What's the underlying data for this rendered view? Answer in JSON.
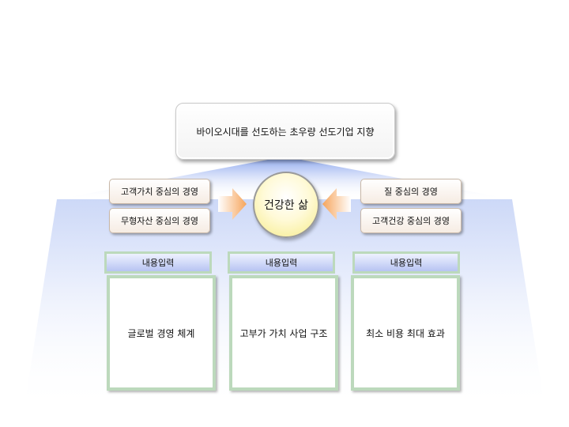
{
  "vision": "바이오시대를 선도하는 초우량 선도기업 지향",
  "center": "건강한 삶",
  "left_values": [
    "고객가치 중심의 경영",
    "무형자산 중심의 경영"
  ],
  "right_values": [
    "질 중심의 경영",
    "고객건강 중심의 경영"
  ],
  "pillars": [
    {
      "header": "내용입력",
      "body": "글로벌 경영 체계"
    },
    {
      "header": "내용입력",
      "body": "고부가 가치 사업 구조"
    },
    {
      "header": "내용입력",
      "body": "최소 비용 최대 효과"
    }
  ],
  "colors": {
    "roof": "#a9bdf2",
    "arrow": "#f6a55c",
    "circle": "#f6ec88",
    "pillar_border": "#bcd9bc"
  }
}
